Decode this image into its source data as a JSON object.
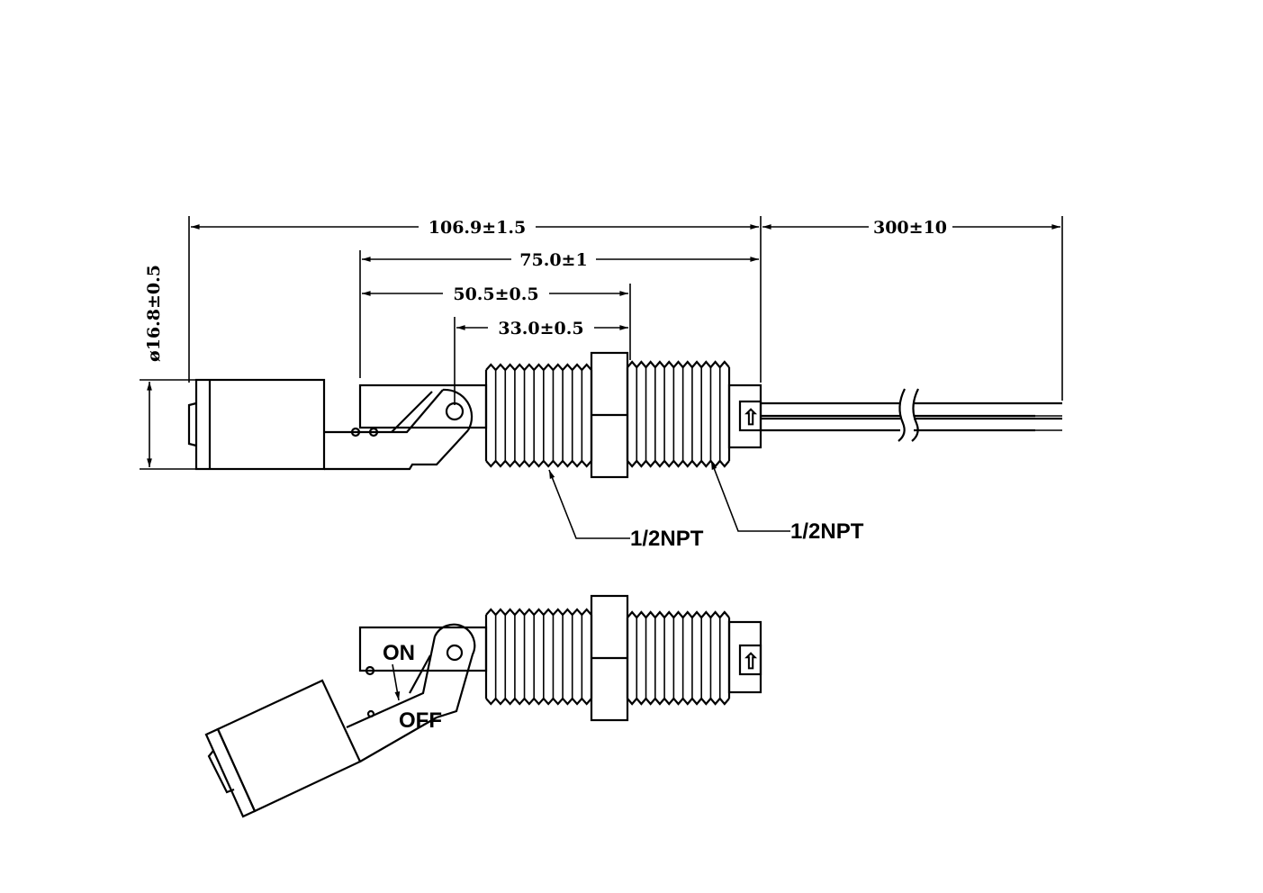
{
  "dimensions": {
    "overall_length": "106.9±1.5",
    "cable_length": "300±10",
    "body_length": "75.0±1",
    "pivot_to_nut": "50.5±0.5",
    "pivot_offset": "33.0±0.5",
    "float_diameter": "ø16.8±0.5"
  },
  "callouts": {
    "thread_left": "1/2NPT",
    "thread_right": "1/2NPT"
  },
  "states": {
    "on": "ON",
    "off": "OFF"
  },
  "arrow_symbol": "⇧"
}
